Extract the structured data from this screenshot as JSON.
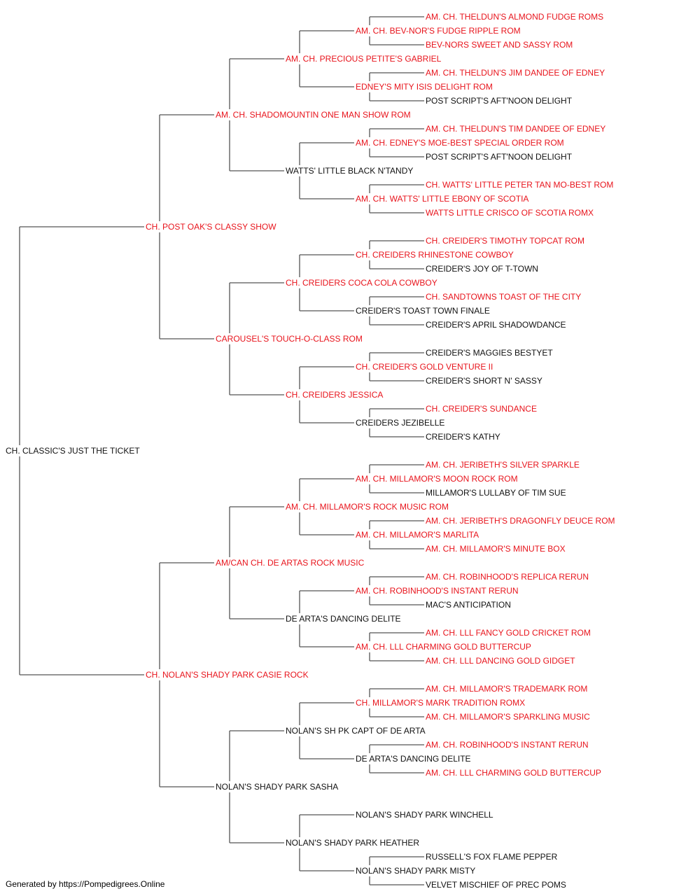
{
  "colors": {
    "champion": "#e8141c",
    "normal": "#111111",
    "line": "#555555"
  },
  "pedigree": {
    "subject": {
      "name": "CH. CLASSIC'S JUST THE TICKET",
      "red": false
    },
    "generations": [
      [
        {
          "name": "CH. POST OAK'S CLASSY SHOW",
          "red": true
        },
        {
          "name": "CH. NOLAN'S SHADY PARK CASIE ROCK",
          "red": true
        }
      ],
      [
        {
          "name": "AM. CH. SHADOMOUNTIN ONE MAN SHOW ROM",
          "red": true
        },
        {
          "name": "CAROUSEL'S TOUCH-O-CLASS ROM",
          "red": true
        },
        {
          "name": "AM/CAN CH. DE ARTAS ROCK MUSIC",
          "red": true
        },
        {
          "name": "NOLAN'S SHADY PARK SASHA",
          "red": false
        }
      ],
      [
        {
          "name": "AM. CH. PRECIOUS PETITE'S GABRIEL",
          "red": true
        },
        {
          "name": "WATTS' LITTLE BLACK N'TANDY",
          "red": false
        },
        {
          "name": "CH. CREIDERS COCA COLA COWBOY",
          "red": true
        },
        {
          "name": "CH. CREIDERS JESSICA",
          "red": true
        },
        {
          "name": "AM. CH. MILLAMOR'S ROCK MUSIC ROM",
          "red": true
        },
        {
          "name": "DE ARTA'S DANCING DELITE",
          "red": false
        },
        {
          "name": "NOLAN'S SH PK CAPT OF DE ARTA",
          "red": false
        },
        {
          "name": "NOLAN'S SHADY PARK HEATHER",
          "red": false
        }
      ],
      [
        {
          "name": "AM. CH. BEV-NOR'S FUDGE RIPPLE ROM",
          "red": true
        },
        {
          "name": "EDNEY'S MITY ISIS DELIGHT ROM",
          "red": true
        },
        {
          "name": "AM. CH. EDNEY'S MOE-BEST SPECIAL ORDER ROM",
          "red": true
        },
        {
          "name": "AM. CH. WATTS' LITTLE EBONY OF SCOTIA",
          "red": true
        },
        {
          "name": "CH. CREIDERS RHINESTONE COWBOY",
          "red": true
        },
        {
          "name": "CREIDER'S TOAST TOWN FINALE",
          "red": false
        },
        {
          "name": "CH. CREIDER'S GOLD VENTURE II",
          "red": true
        },
        {
          "name": "CREIDERS JEZIBELLE",
          "red": false
        },
        {
          "name": "AM. CH. MILLAMOR'S MOON ROCK ROM",
          "red": true
        },
        {
          "name": "AM. CH. MILLAMOR'S MARLITA",
          "red": true
        },
        {
          "name": "AM. CH. ROBINHOOD'S INSTANT RERUN",
          "red": true
        },
        {
          "name": "AM. CH. LLL CHARMING GOLD BUTTERCUP",
          "red": true
        },
        {
          "name": "CH. MILLAMOR'S MARK TRADITION ROMX",
          "red": true
        },
        {
          "name": "DE ARTA'S DANCING DELITE",
          "red": false
        },
        {
          "name": "NOLAN'S SHADY PARK WINCHELL",
          "red": false
        },
        {
          "name": "NOLAN'S SHADY PARK MISTY",
          "red": false
        }
      ],
      [
        {
          "name": "AM. CH. THELDUN'S ALMOND FUDGE ROMS",
          "red": true
        },
        {
          "name": "BEV-NORS SWEET AND SASSY ROM",
          "red": true
        },
        {
          "name": "AM. CH. THELDUN'S JIM DANDEE OF EDNEY",
          "red": true
        },
        {
          "name": "POST SCRIPT'S AFT'NOON DELIGHT",
          "red": false
        },
        {
          "name": "AM. CH. THELDUN'S TIM DANDEE OF EDNEY",
          "red": true
        },
        {
          "name": "POST SCRIPT'S AFT'NOON DELIGHT",
          "red": false
        },
        {
          "name": "CH. WATTS' LITTLE PETER TAN MO-BEST ROM",
          "red": true
        },
        {
          "name": "WATTS LITTLE CRISCO OF SCOTIA ROMX",
          "red": true
        },
        {
          "name": "CH. CREIDER'S TIMOTHY TOPCAT ROM",
          "red": true
        },
        {
          "name": "CREIDER'S JOY OF T-TOWN",
          "red": false
        },
        {
          "name": "CH. SANDTOWNS TOAST OF THE CITY",
          "red": true
        },
        {
          "name": "CREIDER'S APRIL SHADOWDANCE",
          "red": false
        },
        {
          "name": "CREIDER'S MAGGIES BESTYET",
          "red": false
        },
        {
          "name": "CREIDER'S SHORT N' SASSY",
          "red": false
        },
        {
          "name": "CH. CREIDER'S SUNDANCE",
          "red": true
        },
        {
          "name": "CREIDER'S KATHY",
          "red": false
        },
        {
          "name": "AM. CH. JERIBETH'S SILVER SPARKLE",
          "red": true
        },
        {
          "name": "MILLAMOR'S LULLABY OF TIM SUE",
          "red": false
        },
        {
          "name": "AM. CH. JERIBETH'S DRAGONFLY DEUCE ROM",
          "red": true
        },
        {
          "name": "AM. CH. MILLAMOR'S MINUTE BOX",
          "red": true
        },
        {
          "name": "AM. CH. ROBINHOOD'S REPLICA RERUN",
          "red": true
        },
        {
          "name": "MAC'S ANTICIPATION",
          "red": false
        },
        {
          "name": "AM. CH. LLL FANCY GOLD CRICKET ROM",
          "red": true
        },
        {
          "name": "AM. CH. LLL DANCING GOLD GIDGET",
          "red": true
        },
        {
          "name": "AM. CH. MILLAMOR'S TRADEMARK ROM",
          "red": true
        },
        {
          "name": "AM. CH. MILLAMOR'S SPARKLING MUSIC",
          "red": true
        },
        {
          "name": "AM. CH. ROBINHOOD'S INSTANT RERUN",
          "red": true
        },
        {
          "name": "AM. CH. LLL CHARMING GOLD BUTTERCUP",
          "red": true
        },
        null,
        null,
        {
          "name": "RUSSELL'S FOX FLAME PEPPER",
          "red": false
        },
        {
          "name": "VELVET MISCHIEF OF PREC POMS",
          "red": false
        }
      ]
    ]
  },
  "footer": {
    "text": "Generated by https://Pompedigrees.Online"
  }
}
